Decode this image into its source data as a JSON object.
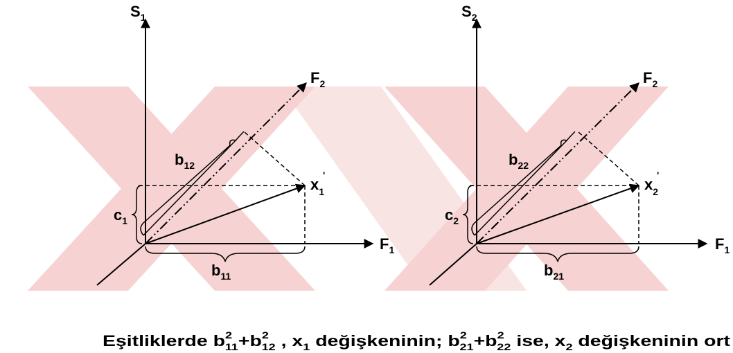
{
  "diagram_left": {
    "axis_s": "S",
    "axis_s_sub": "1",
    "axis_f2": "F",
    "axis_f2_sub": "2",
    "axis_f1": "F",
    "axis_f1_sub": "1",
    "point": "x",
    "point_sub": "1",
    "point_prime": "'",
    "label_b_upper": "b",
    "label_b_upper_sub": "12",
    "label_b_lower": "b",
    "label_b_lower_sub": "11",
    "label_c": "c",
    "label_c_sub": "1"
  },
  "diagram_right": {
    "axis_s": "S",
    "axis_s_sub": "2",
    "axis_f2": "F",
    "axis_f2_sub": "2",
    "axis_f1": "F",
    "axis_f1_sub": "1",
    "point": "x",
    "point_sub": "2",
    "point_prime": "'",
    "label_b_upper": "b",
    "label_b_upper_sub": "22",
    "label_b_lower": "b",
    "label_b_lower_sub": "21",
    "label_c": "c",
    "label_c_sub": "2"
  },
  "caption": {
    "t1": "Eşitliklerde ",
    "t2": " , x",
    "t2_sub": "1",
    "t3": " değişkeninin; ",
    "t4": " ise, x",
    "t4_sub": "2",
    "t5": " değişkeninin ort",
    "b": "b",
    "plus": "+",
    "sq": "2",
    "f1_s1": "11",
    "f1_s2": "12",
    "f2_s1": "21",
    "f2_s2": "22"
  },
  "colors": {
    "watermark": "#f3c4c4",
    "ink": "#000000"
  }
}
